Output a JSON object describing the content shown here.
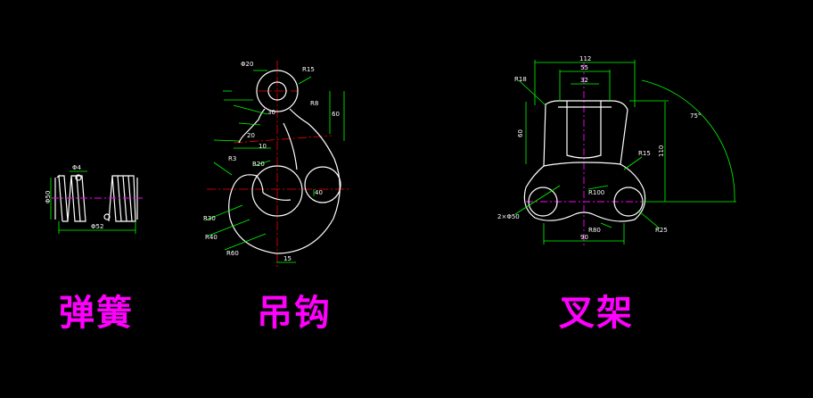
{
  "colors": {
    "background": "#000000",
    "outline": "#ffffff",
    "dimension": "#00ff00",
    "centerline_red": "#ff0000",
    "centerline_magenta": "#ff00ff",
    "caption": "#ff00ff"
  },
  "spring": {
    "caption": "弹簧",
    "dim_top": "Φ4",
    "dim_bottom": "Φ52",
    "dim_left": "Φ50"
  },
  "hook": {
    "caption": "吊钩",
    "dims": [
      "Φ20",
      "R15",
      "30",
      "R8",
      "20",
      "10",
      "R3",
      "R20",
      "R30",
      "R40",
      "R60",
      "60",
      "40",
      "15"
    ]
  },
  "fork": {
    "caption": "叉架",
    "dim_112": "112",
    "dim_55": "55",
    "dim_32": "32",
    "dim_60": "60",
    "dim_110": "110",
    "dim_90": "90",
    "dim_r18": "R18",
    "dim_r15": "R15",
    "dim_r100": "R100",
    "dim_r80": "R80",
    "dim_r25": "R25",
    "dim_holes": "2×Φ50",
    "dim_angle": "75°"
  }
}
